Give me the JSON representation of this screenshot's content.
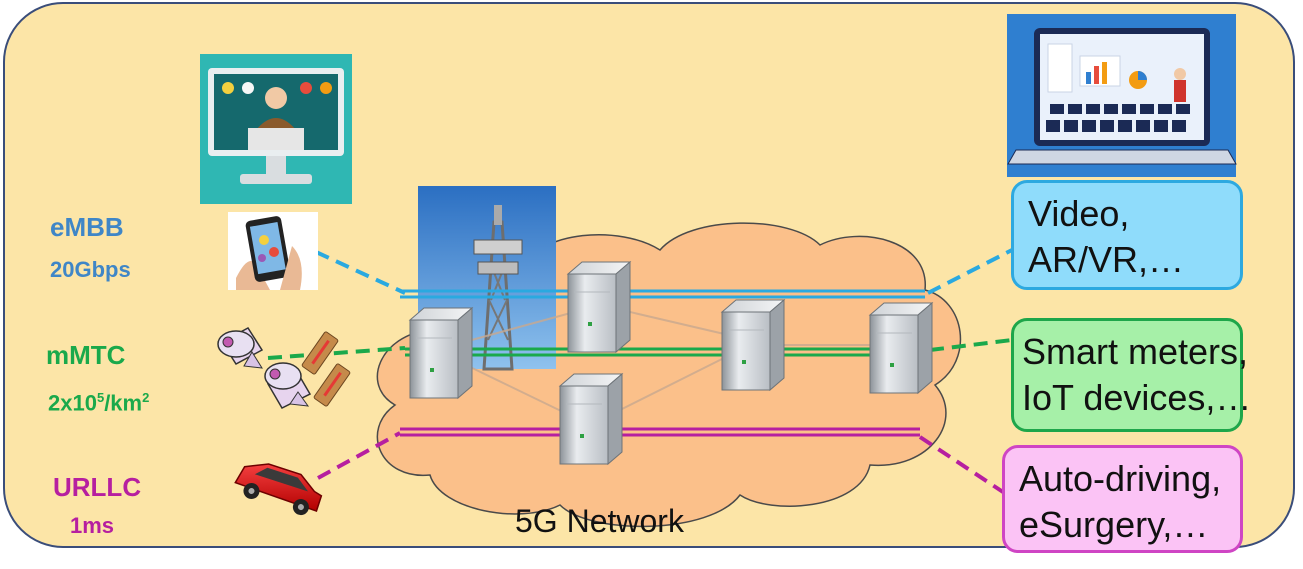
{
  "services": [
    {
      "name": "eMBB",
      "metric": "20Gbps",
      "color": "#3f86c7"
    },
    {
      "name": "mMTC",
      "metric_base": "2x10",
      "metric_exp": "5",
      "metric_unit": "/km",
      "metric_unit_exp": "2",
      "color": "#1aa94b"
    },
    {
      "name": "URLLC",
      "metric": "1ms",
      "color": "#b61fa0"
    }
  ],
  "applications": [
    {
      "line1": "Video,",
      "line2": "AR/VR,…",
      "fill": "#8fdcfb",
      "border": "#2da9e0"
    },
    {
      "line1": "Smart meters,",
      "line2": "IoT devices,…",
      "fill": "#a6f0a8",
      "border": "#1ea64a"
    },
    {
      "line1": "Auto-driving,",
      "line2": "eSurgery,…",
      "fill": "#fbc3f5",
      "border": "#cf45c4"
    }
  ],
  "network_label": "5G Network",
  "icons": {
    "conference": "video-conference-icon",
    "phone": "smartphone-icon",
    "tower": "cell-tower-icon",
    "presentation": "laptop-presentation-icon",
    "camera": "surveillance-camera-icon",
    "thermometer": "thermometer-icon",
    "car": "car-icon",
    "server": "server-icon"
  },
  "colors": {
    "background": "#fce5a7",
    "cloud": "#fbc08a",
    "embb_line": "#2aa9e0",
    "mmtc_line": "#1aa94b",
    "urllc_line": "#b61fa0"
  }
}
